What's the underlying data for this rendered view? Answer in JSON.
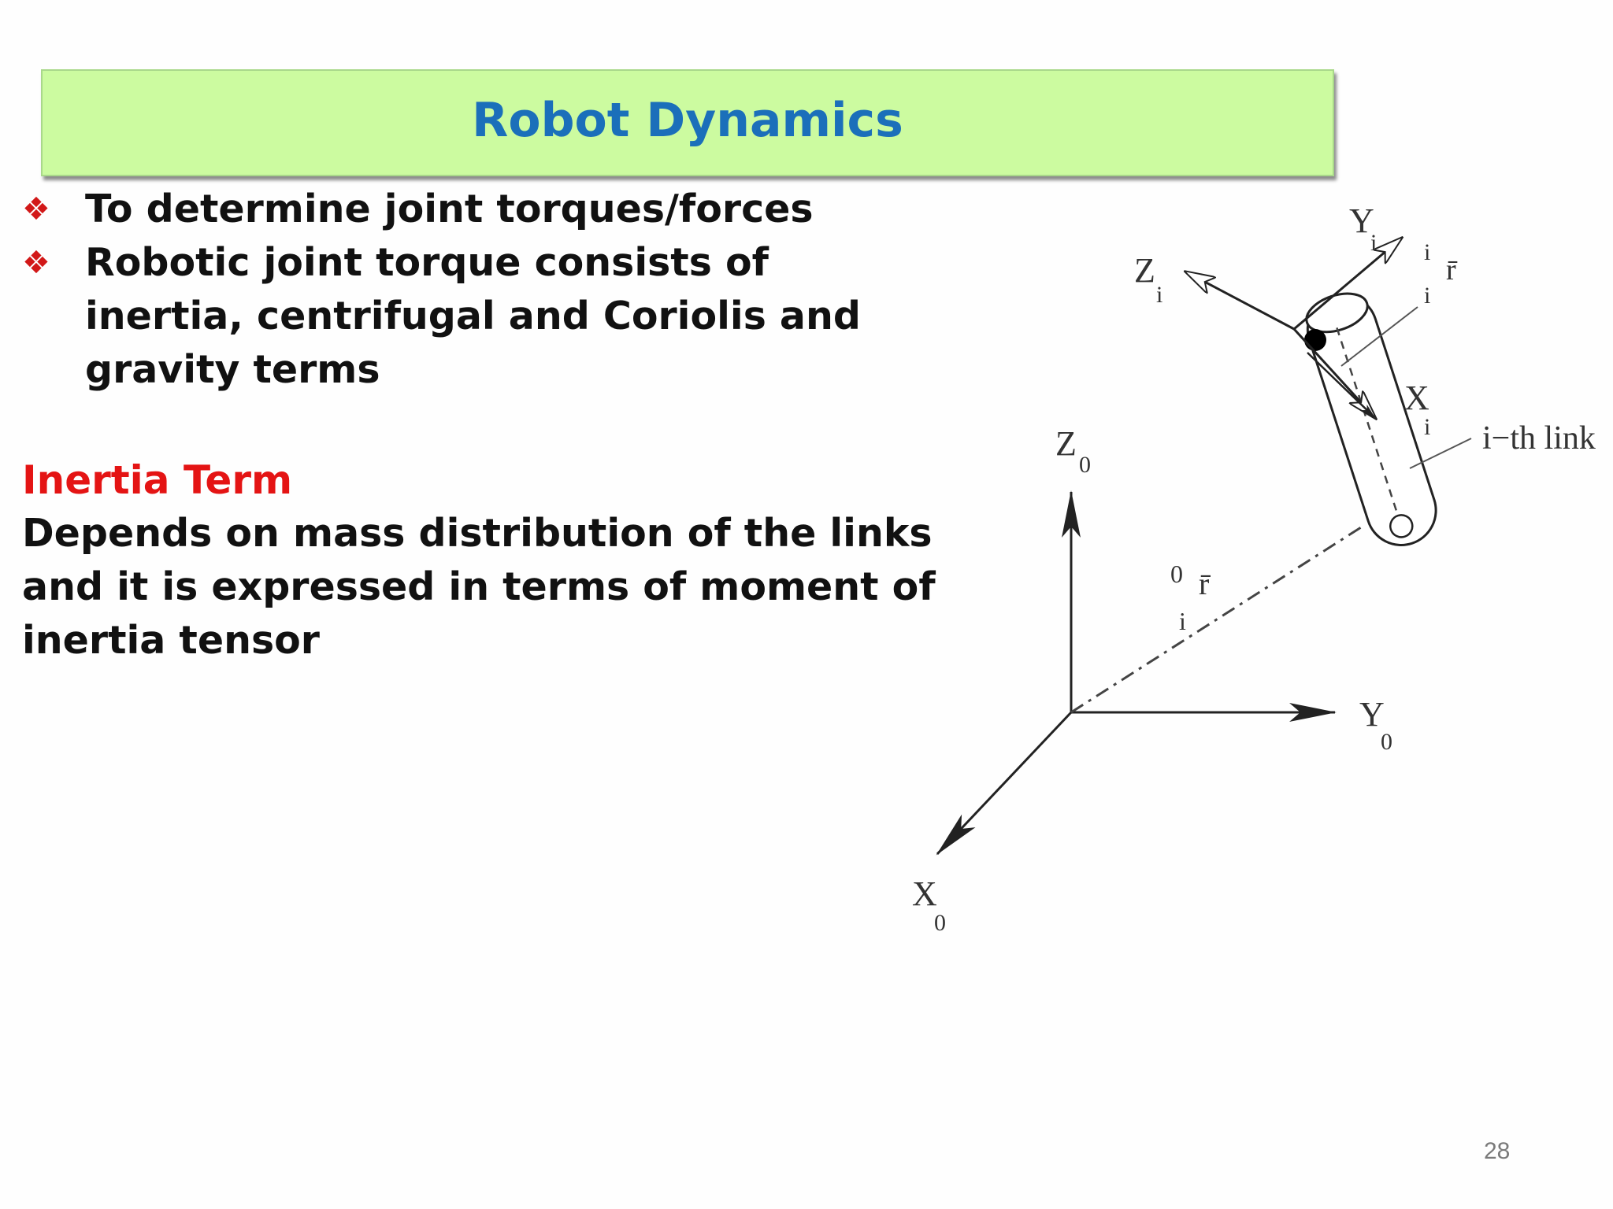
{
  "slide": {
    "title": "Robot Dynamics",
    "bullets": [
      {
        "marker": "❖",
        "text": "To determine joint torques/forces"
      },
      {
        "marker": "❖",
        "text": "Robotic joint torque consists of inertia, centrifugal and Coriolis and gravity terms"
      }
    ],
    "section_heading": "Inertia Term",
    "section_body": "Depends on mass distribution of the links and it is expressed in terms of moment of inertia tensor",
    "page_number": "28"
  },
  "diagram": {
    "labels": {
      "z0": "Z",
      "z0_sub": "0",
      "y0": "Y",
      "y0_sub": "0",
      "x0": "X",
      "x0_sub": "0",
      "zi": "Z",
      "zi_sub": "i",
      "yi": "Y",
      "yi_sub": "i",
      "xi": "X",
      "xi_sub": "i",
      "ith_link": "i−th link",
      "r0i_sup": "0",
      "r0i_r": "r̄",
      "r0i_sub": "i",
      "rii_sup": "i",
      "rii_r": "r̄",
      "rii_sub": "i"
    },
    "colors": {
      "lines": "#222222",
      "title_bar": "#ccfba0",
      "title_text": "#1b6fba",
      "heading_red": "#e41414",
      "bullet_red": "#d21818"
    }
  }
}
